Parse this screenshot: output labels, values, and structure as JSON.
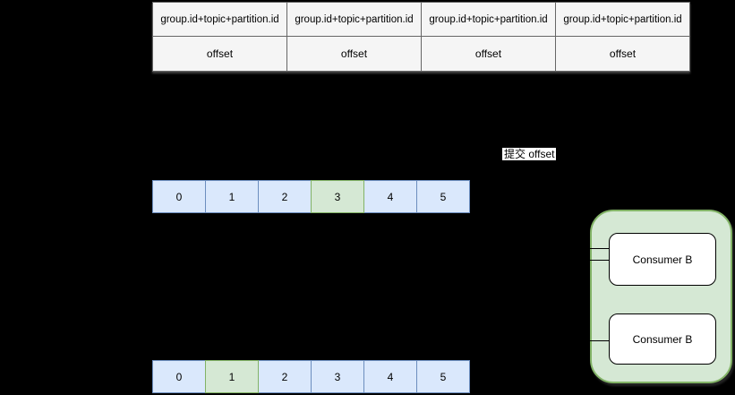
{
  "offset_table": {
    "entries": [
      {
        "key": "group.id+topic+partition.id",
        "value": "offset"
      },
      {
        "key": "group.id+topic+partition.id",
        "value": "offset"
      },
      {
        "key": "group.id+topic+partition.id",
        "value": "offset"
      },
      {
        "key": "group.id+topic+partition.id",
        "value": "offset"
      }
    ]
  },
  "commit_offset_label": "提交 offset",
  "partitions": [
    {
      "id": "partition-top",
      "cells": [
        "0",
        "1",
        "2",
        "3",
        "4",
        "5"
      ],
      "highlight_index": 3,
      "highlighted_cell": "3"
    },
    {
      "id": "partition-bottom",
      "cells": [
        "0",
        "1",
        "2",
        "3",
        "4",
        "5"
      ],
      "highlight_index": 1,
      "highlighted_cell": "1"
    }
  ],
  "consumer_group": {
    "consumers": [
      {
        "label": "Consumer B"
      },
      {
        "label": "Consumer B"
      }
    ]
  },
  "colors": {
    "background": "#000000",
    "table_cell_fill": "#f5f5f5",
    "table_border": "#666666",
    "partition_cell_fill": "#dae8fc",
    "partition_cell_border": "#6c8ebf",
    "highlight_cell_fill": "#d5e8d4",
    "highlight_cell_border": "#82b366",
    "consumer_group_fill": "#d5e8d4",
    "consumer_group_border": "#82b366",
    "consumer_box_fill": "#ffffff",
    "consumer_box_border": "#000000",
    "label_background": "#ffffff",
    "text": "#000000"
  }
}
